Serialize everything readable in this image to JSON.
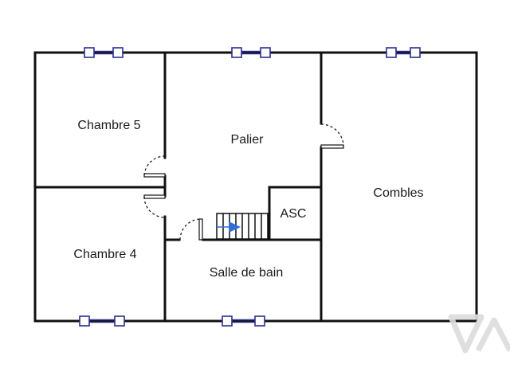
{
  "rooms": {
    "chambre5": "Chambre 5",
    "palier": "Palier",
    "combles": "Combles",
    "asc": "ASC",
    "chambre4": "Chambre 4",
    "salle_de_bain": "Salle de bain"
  },
  "colors": {
    "wall": "#111111",
    "window": "#2b2f8f",
    "stair_arrow": "#2f6fd6",
    "watermark": "#dcdcdc"
  },
  "icons": {
    "stair_direction": "arrow-right-icon",
    "watermark": "logo-watermark"
  }
}
